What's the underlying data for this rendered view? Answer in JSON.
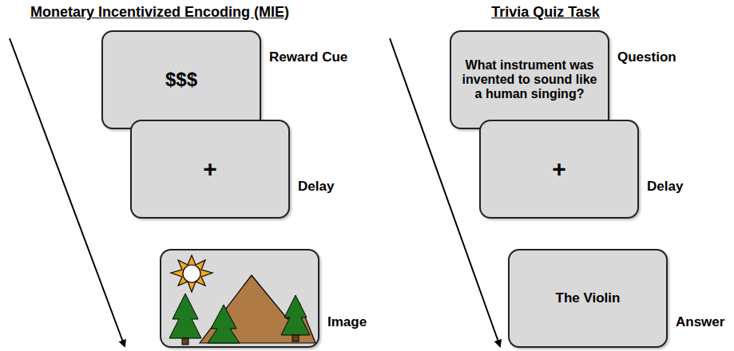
{
  "diagram": {
    "nodes": [
      {
        "text": [
          "$$$",
          "Reward Cue"
        ]
      },
      {
        "text": [
          "+",
          "Delay"
        ]
      },
      {
        "text": [
          "Image"
        ]
      },
      {
        "text": [
          "What instrument was invented to sound like a human singing?",
          "Question"
        ]
      },
      {
        "text": [
          "+",
          "Delay"
        ]
      },
      {
        "text": [
          "The Violin",
          "Answer"
        ]
      }
    ],
    "labels": [
      "Monetary Incentivized Encoding (MIE)",
      "Trivia Quiz Task"
    ]
  }
}
